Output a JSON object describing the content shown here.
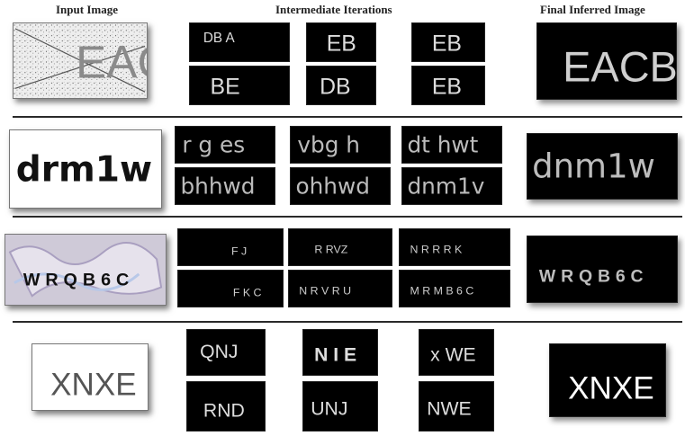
{
  "headers": {
    "input": "Input Image",
    "intermediate": "Intermediate Iterations",
    "final": "Final Inferred Image"
  },
  "rows": [
    {
      "input_text": "EAC B",
      "iterations": [
        "DB A",
        "EB",
        "EB",
        "BE",
        "DB",
        "EB"
      ],
      "final_text": "EACB"
    },
    {
      "input_text": "drm1w",
      "iterations": [
        "r g es",
        "vbg h",
        "dt hwt",
        "bhhwd",
        "ohhwd",
        "dnm1v"
      ],
      "final_text": "dnm1w"
    },
    {
      "input_text": "WRQB6C",
      "iterations": [
        "F J",
        "R RVZ",
        "N R R R K",
        "F K C",
        "N R V R U",
        "M R M B 6 C"
      ],
      "final_text": "WRQB6C"
    },
    {
      "input_text": "XNXE",
      "iterations": [
        "QNJ",
        "N I E",
        "x WE",
        "RND",
        "UNJ",
        "NWE"
      ],
      "final_text": "XNXE"
    }
  ]
}
